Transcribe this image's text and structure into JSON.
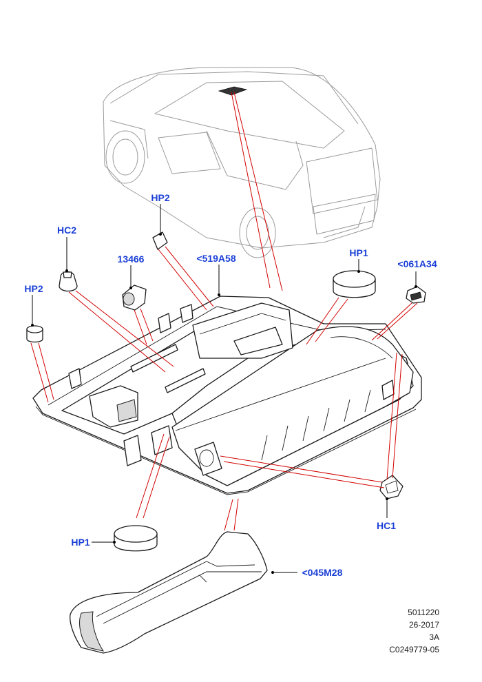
{
  "labels": {
    "hc2": "HC2",
    "hp2_top": "HP2",
    "hp2_left": "HP2",
    "p13466": "13466",
    "p519a58": "<519A58",
    "hp1_right": "HP1",
    "p061a34": "<061A34",
    "hc1": "HC1",
    "hp1_bottom": "HP1",
    "p045m28": "<045M28"
  },
  "reference": {
    "line1": "5011220",
    "line2": "26-2017",
    "line3": "3A",
    "line4": "C0249779-05"
  },
  "colors": {
    "label": "#1a3fd6",
    "leader": "#d40000",
    "outline": "#1b1b1b",
    "vehicle": "#9a9a9a"
  }
}
